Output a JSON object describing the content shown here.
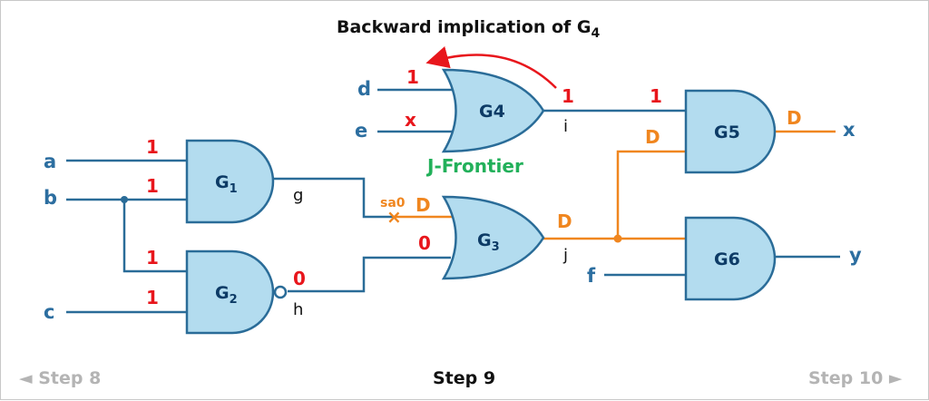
{
  "title": {
    "main": "Backward implication of G",
    "sub": "4"
  },
  "inputs": {
    "a": "a",
    "b": "b",
    "c": "c",
    "d": "d",
    "e": "e",
    "f": "f"
  },
  "outputs": {
    "x": "x",
    "y": "y"
  },
  "nodes": {
    "g": "g",
    "h": "h",
    "i": "i",
    "j": "j"
  },
  "gates": {
    "g1": {
      "letter": "G",
      "index": "1"
    },
    "g2": {
      "letter": "G",
      "index": "2"
    },
    "g3": {
      "letter": "G",
      "index": "3"
    },
    "g4": {
      "letter": "G4",
      "index": ""
    },
    "g5": {
      "letter": "G5",
      "index": ""
    },
    "g6": {
      "letter": "G6",
      "index": ""
    }
  },
  "values": {
    "a": "1",
    "b_g1": "1",
    "b_g2": "1",
    "c": "1",
    "d": "1",
    "e": "x",
    "h": "0",
    "g3_bottom": "0",
    "g3_top": "D",
    "i": "1",
    "g5_top": "1",
    "g5_bottom": "D",
    "j": "D",
    "x": "D"
  },
  "fault": {
    "label": "sa0",
    "mark": "×"
  },
  "frontier_label": "J-Frontier",
  "nav": {
    "prev": "◄ Step 8",
    "current": "Step 9",
    "next": "Step 10 ►"
  },
  "colors": {
    "wire": "#2a6c98",
    "fault_path": "#f0861f",
    "value": "#e8161c",
    "gate_fill": "#b3dcef",
    "frontier": "#22b05a"
  }
}
